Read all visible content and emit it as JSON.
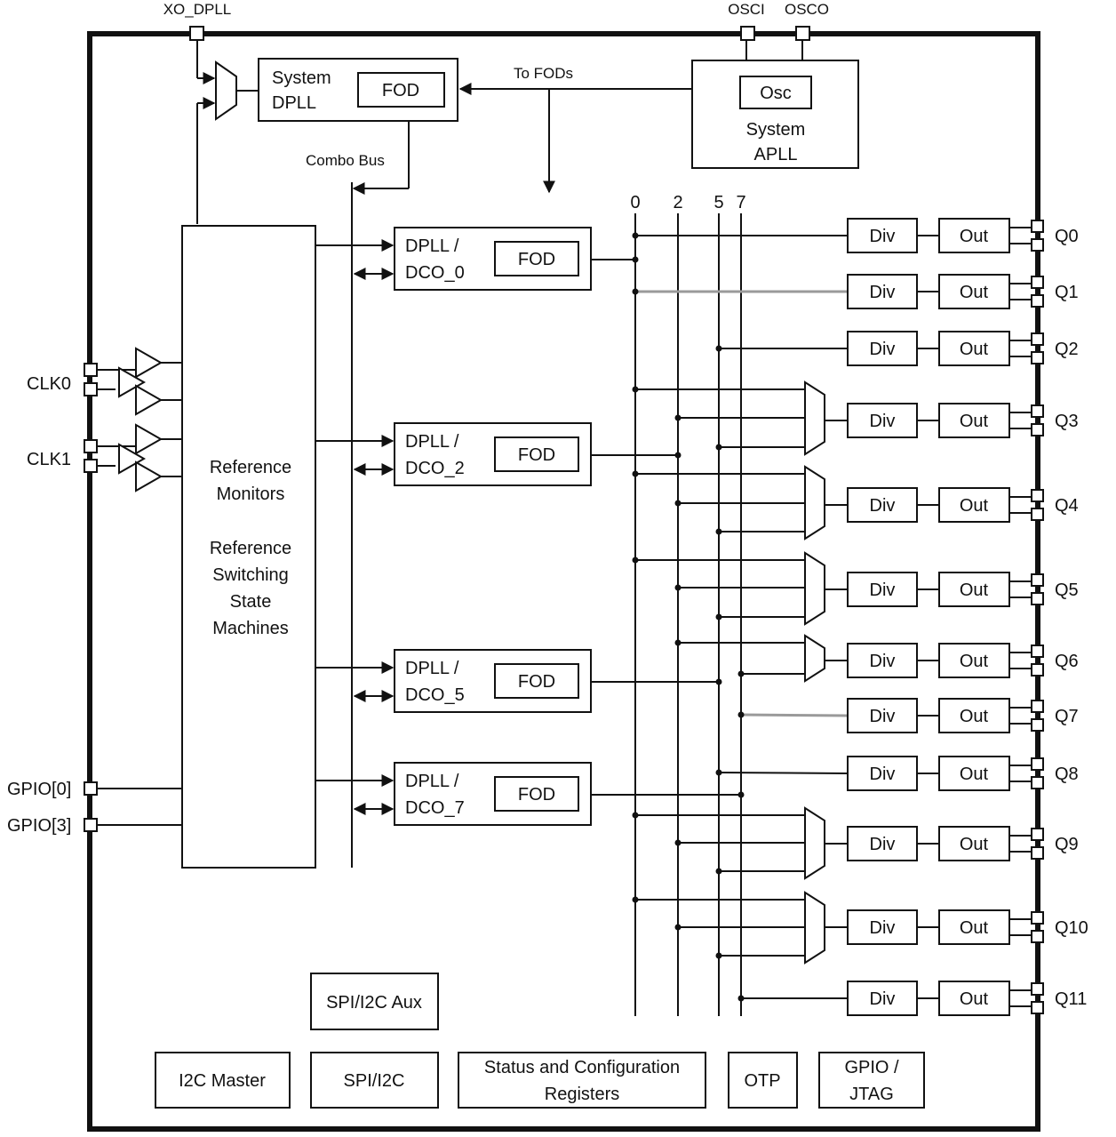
{
  "pins": {
    "xo_dpll": "XO_DPLL",
    "osci": "OSCI",
    "osco": "OSCO",
    "clk0": "CLK0",
    "clk1": "CLK1",
    "gpio0": "GPIO[0]",
    "gpio3": "GPIO[3]"
  },
  "system_dpll": {
    "line1": "System",
    "line2": "DPLL",
    "fod": "FOD"
  },
  "system_apll": {
    "osc": "Osc",
    "line1": "System",
    "line2": "APLL"
  },
  "to_fods": "To FODs",
  "combo_bus": "Combo Bus",
  "ref_block": {
    "lines": [
      "Reference",
      "Monitors",
      "",
      "Reference",
      "Switching",
      "State",
      "Machines"
    ]
  },
  "dplls": [
    {
      "line1": "DPLL /",
      "line2": "DCO_0",
      "fod": "FOD"
    },
    {
      "line1": "DPLL /",
      "line2": "DCO_2",
      "fod": "FOD"
    },
    {
      "line1": "DPLL /",
      "line2": "DCO_5",
      "fod": "FOD"
    },
    {
      "line1": "DPLL /",
      "line2": "DCO_7",
      "fod": "FOD"
    }
  ],
  "bus_labels": [
    "0",
    "2",
    "5",
    "7"
  ],
  "outputs": [
    {
      "name": "Q0",
      "div": "Div",
      "out": "Out"
    },
    {
      "name": "Q1",
      "div": "Div",
      "out": "Out"
    },
    {
      "name": "Q2",
      "div": "Div",
      "out": "Out"
    },
    {
      "name": "Q3",
      "div": "Div",
      "out": "Out"
    },
    {
      "name": "Q4",
      "div": "Div",
      "out": "Out"
    },
    {
      "name": "Q5",
      "div": "Div",
      "out": "Out"
    },
    {
      "name": "Q6",
      "div": "Div",
      "out": "Out"
    },
    {
      "name": "Q7",
      "div": "Div",
      "out": "Out"
    },
    {
      "name": "Q8",
      "div": "Div",
      "out": "Out"
    },
    {
      "name": "Q9",
      "div": "Div",
      "out": "Out"
    },
    {
      "name": "Q10",
      "div": "Div",
      "out": "Out"
    },
    {
      "name": "Q11",
      "div": "Div",
      "out": "Out"
    }
  ],
  "bottom_blocks": {
    "spi_i2c_aux": "SPI/I2C Aux",
    "i2c_master": "I2C Master",
    "spi_i2c": "SPI/I2C",
    "status_line1": "Status and Configuration",
    "status_line2": "Registers",
    "otp": "OTP",
    "gpio_jtag_line1": "GPIO /",
    "gpio_jtag_line2": "JTAG"
  }
}
